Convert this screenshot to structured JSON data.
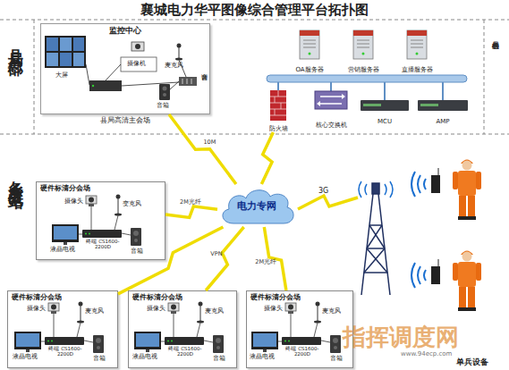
{
  "diagram": {
    "title": "襄城电力华平图像综合管理平台拓扑图",
    "nodes": [
      {
        "text": [
          "监控中心",
          "县局高清主会场"
        ]
      },
      {
        "text": [
          "OA服务器"
        ]
      },
      {
        "text": [
          "营销服务器"
        ]
      },
      {
        "text": [
          "直播服务器"
        ]
      },
      {
        "text": [
          "防火墙"
        ]
      },
      {
        "text": [
          "核心交换机"
        ]
      },
      {
        "text": [
          "MCU"
        ]
      },
      {
        "text": [
          "AMP"
        ]
      },
      {
        "text": [
          "电力专网"
        ]
      },
      {
        "text": [
          "硬件标清分会场"
        ]
      },
      {
        "text": [
          "硬件标清分会场"
        ]
      },
      {
        "text": [
          "硬件标清分会场"
        ]
      },
      {
        "text": [
          "硬件标清分会场"
        ]
      }
    ],
    "edges": [
      {
        "from": 8,
        "to": 0,
        "arrow": "none",
        "label": "10M"
      },
      {
        "from": 8,
        "to": 4,
        "arrow": "none"
      },
      {
        "from": 8,
        "to": 9,
        "arrow": "none",
        "label": "2M光纤"
      },
      {
        "from": 8,
        "to": 10,
        "arrow": "none"
      },
      {
        "from": 8,
        "to": 11,
        "arrow": "none",
        "label": "VPN"
      },
      {
        "from": 8,
        "to": 12,
        "arrow": "none",
        "label": "2M光纤"
      }
    ],
    "labels": [
      "县局总部",
      "各乡所变电站",
      "大屏",
      "摄像机",
      "麦克风",
      "调音台",
      "音箱",
      "县局中心机房",
      "3G",
      "摄像头",
      "变克风",
      "液晶电视",
      "终端 CS1600-2200D",
      "音箱",
      "摄像头",
      "麦克风",
      "液晶电视",
      "终端 CS1600-2200D",
      "音箱",
      "摄像头",
      "麦克风",
      "液晶电视",
      "终端 CS1600-2200D",
      "音箱",
      "摄像头",
      "麦克风",
      "液晶电视",
      "终端 CS1600-2200D",
      "音箱",
      "单兵设备",
      "指挥调度网",
      "www.94ecp.com"
    ]
  }
}
